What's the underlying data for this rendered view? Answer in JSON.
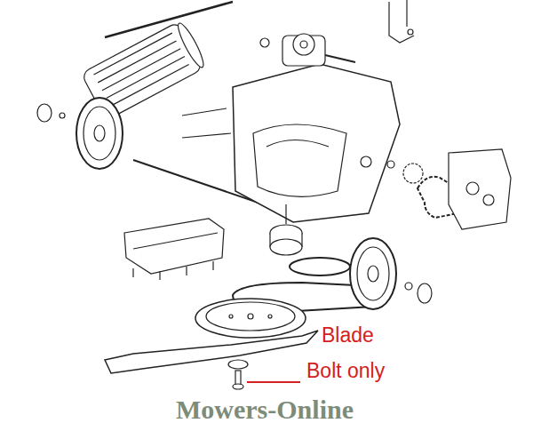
{
  "diagram": {
    "labels": [
      "Blade",
      "Bolt only",
      "Mowers-Online"
    ]
  }
}
